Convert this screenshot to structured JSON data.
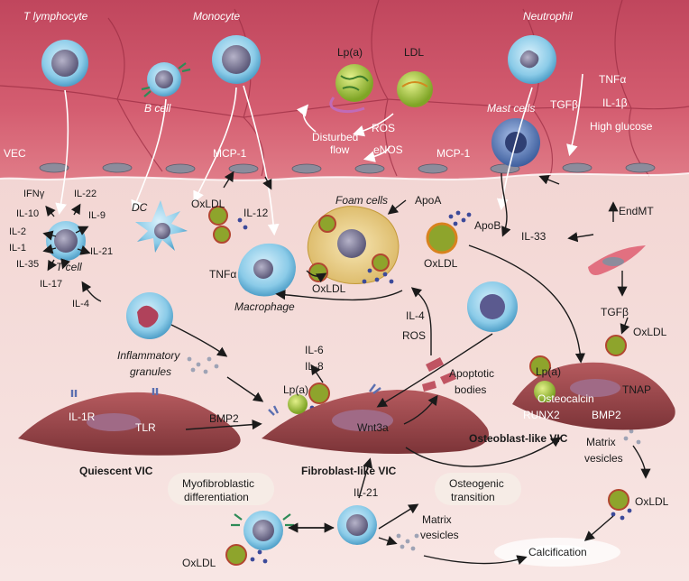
{
  "cells_top": {
    "t_lymphocyte": "T lymphocyte",
    "monocyte": "Monocyte",
    "neutrophil": "Neutrophil",
    "b_cell": "B cell",
    "mast_cells": "Mast cells"
  },
  "endothelium": {
    "vec": "VEC",
    "lpa": "Lp(a)",
    "ldl": "LDL",
    "ros": "ROS",
    "enos": "eNOS",
    "disturbed_flow_1": "Disturbed",
    "disturbed_flow_2": "flow",
    "mcp1_left": "MCP-1",
    "mcp1_right": "MCP-1",
    "tnfa_top": "TNFα",
    "tgfb_top": "TGFβ",
    "il1b": "IL-1β",
    "high_glucose": "High glucose"
  },
  "tcell_cluster": {
    "ifng": "IFNγ",
    "il22": "IL-22",
    "il10": "IL-10",
    "il9": "IL-9",
    "il2": "IL-2",
    "il21": "IL-21",
    "il1": "IL-1",
    "il35": "IL-35",
    "t_cell": "T cell",
    "il17": "IL-17",
    "il4": "IL-4"
  },
  "middle": {
    "dc": "DC",
    "oxldl_dc": "OxLDL",
    "il12": "IL-12",
    "tnfa_mac": "TNFα",
    "macrophage": "Macrophage",
    "foam_cells": "Foam cells",
    "apoa": "ApoA",
    "apob": "ApoB",
    "oxldl_foam": "OxLDL",
    "oxldl_center": "OxLDL",
    "il33": "IL-33",
    "endmt": "EndMT",
    "tgfb_right": "TGFβ",
    "oxldl_right": "OxLDL",
    "il4_mid": "IL-4",
    "ros_mid": "ROS",
    "inflammatory_1": "Inflammatory",
    "inflammatory_2": "granules",
    "il6": "IL-6",
    "il8": "IL-8",
    "apoptotic_1": "Apoptotic",
    "apoptotic_2": "bodies"
  },
  "vics": {
    "il1r": "IL-1R",
    "tlr": "TLR",
    "quiescent": "Quiescent VIC",
    "bmp2_arrow": "BMP2",
    "lpa_fib": "Lp(a)",
    "wnt3a": "Wnt3a",
    "fibroblast": "Fibroblast-like VIC",
    "lpa_ost": "Lp(a)",
    "tnap": "TNAP",
    "osteocalcin": "Osteocalcin",
    "runx2": "RUNX2",
    "bmp2_ost": "BMP2",
    "osteoblast": "Osteoblast-like VIC"
  },
  "bottom": {
    "myofib_1": "Myofibroblastic",
    "myofib_2": "differentiation",
    "osteo_1": "Osteogenic",
    "osteo_2": "transition",
    "il21_bottom": "IL-21",
    "oxldl_bottom_left": "OxLDL",
    "matrix_vesicles_bottom_1": "Matrix",
    "matrix_vesicles_bottom_2": "vesicles",
    "matrix_vesicles_right_1": "Matrix",
    "matrix_vesicles_right_2": "vesicles",
    "oxldl_bottom_right": "OxLDL",
    "calcification": "Calcification"
  },
  "colors": {
    "endothelium_dark": "#b23a50",
    "endothelium_light": "#e88a98",
    "tissue": "#f3d9d6",
    "immune_cell": "#7fc3e3",
    "vic": "#9e4a4e",
    "foam_cell": "#f0d690",
    "lipoprotein": "#a8c93c"
  }
}
